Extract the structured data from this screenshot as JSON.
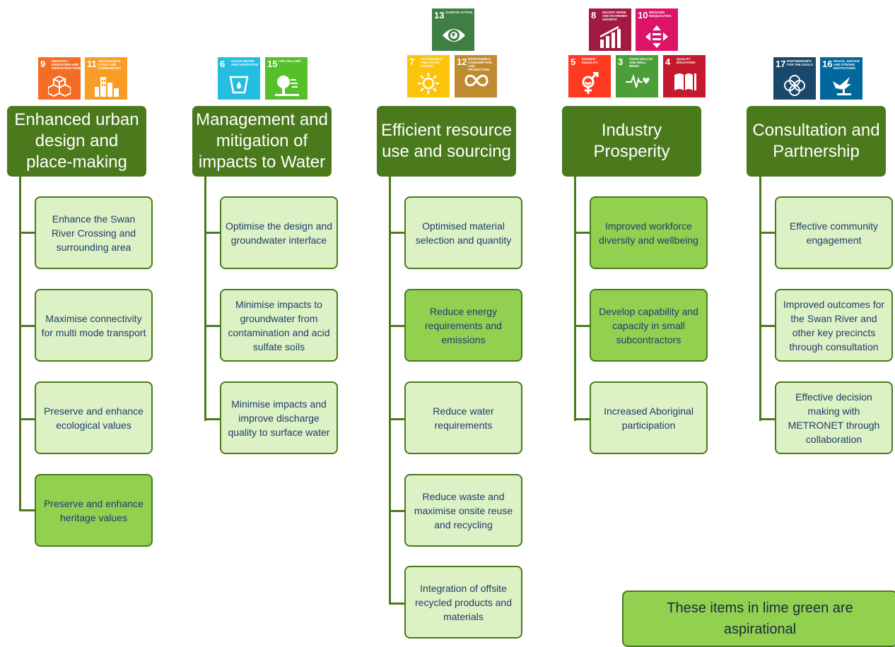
{
  "sdgs": {
    "sdg9": {
      "num": "9",
      "label": "Industry, innovation and infrastructure",
      "color": "#f36d25",
      "icon": "cubes-icon"
    },
    "sdg11": {
      "num": "11",
      "label": "Sustainable cities and communities",
      "color": "#f99d26",
      "icon": "city-icon"
    },
    "sdg6": {
      "num": "6",
      "label": "Clean water and sanitation",
      "color": "#26bde2",
      "icon": "water-drop-icon"
    },
    "sdg15": {
      "num": "15",
      "label": "Life on land",
      "color": "#56c02b",
      "icon": "tree-icon"
    },
    "sdg13": {
      "num": "13",
      "label": "Climate action",
      "color": "#3f7e44",
      "icon": "eye-globe-icon"
    },
    "sdg7": {
      "num": "7",
      "label": "Affordable and clean energy",
      "color": "#fcc30b",
      "icon": "sun-icon"
    },
    "sdg12": {
      "num": "12",
      "label": "Responsible consumption and production",
      "color": "#bf8b2e",
      "icon": "infinity-icon"
    },
    "sdg8": {
      "num": "8",
      "label": "Decent work and economic growth",
      "color": "#a21942",
      "icon": "growth-chart-icon"
    },
    "sdg10": {
      "num": "10",
      "label": "Reduced inequalities",
      "color": "#dd1367",
      "icon": "equality-arrows-icon"
    },
    "sdg5": {
      "num": "5",
      "label": "Gender equality",
      "color": "#ff3a21",
      "icon": "gender-icon"
    },
    "sdg3": {
      "num": "3",
      "label": "Good health and well-being",
      "color": "#4c9f38",
      "icon": "heartbeat-icon"
    },
    "sdg4": {
      "num": "4",
      "label": "Quality education",
      "color": "#c5192d",
      "icon": "book-icon"
    },
    "sdg17": {
      "num": "17",
      "label": "Partnerships for the goals",
      "color": "#19486a",
      "icon": "rings-icon"
    },
    "sdg16": {
      "num": "16",
      "label": "Peace, justice and strong institutions",
      "color": "#00689d",
      "icon": "dove-icon"
    }
  },
  "columns": [
    {
      "header": "Enhanced urban design and place-making",
      "items": [
        {
          "text": "Enhance the Swan River Crossing and surrounding area",
          "aspirational": false
        },
        {
          "text": "Maximise connectivity for multi mode transport",
          "aspirational": false
        },
        {
          "text": "Preserve and enhance ecological values",
          "aspirational": false
        },
        {
          "text": "Preserve and enhance heritage values",
          "aspirational": true
        }
      ]
    },
    {
      "header": "Management and mitigation of impacts to Water",
      "items": [
        {
          "text": "Optimise the design and groundwater interface",
          "aspirational": false
        },
        {
          "text": "Minimise impacts to groundwater from contamination and acid sulfate soils",
          "aspirational": false
        },
        {
          "text": "Minimise impacts and improve discharge quality to surface water",
          "aspirational": false
        }
      ]
    },
    {
      "header": "Efficient resource use and sourcing",
      "items": [
        {
          "text": "Optimised material selection and quantity",
          "aspirational": false
        },
        {
          "text": "Reduce energy requirements and emissions",
          "aspirational": true
        },
        {
          "text": "Reduce water requirements",
          "aspirational": false
        },
        {
          "text": "Reduce waste and maximise onsite reuse and recycling",
          "aspirational": false
        },
        {
          "text": "Integration of offsite recycled products and materials",
          "aspirational": false
        }
      ]
    },
    {
      "header": "Industry Prosperity",
      "items": [
        {
          "text": "Improved workforce diversity and wellbeing",
          "aspirational": true
        },
        {
          "text": "Develop capability and capacity in small subcontractors",
          "aspirational": true
        },
        {
          "text": "Increased Aboriginal participation",
          "aspirational": false
        }
      ]
    },
    {
      "header": "Consultation and Partnership",
      "items": [
        {
          "text": "Effective community engagement",
          "aspirational": false
        },
        {
          "text": "Improved outcomes for the Swan River and other key precincts through consultation",
          "aspirational": false
        },
        {
          "text": "Effective decision making with METRONET through collaboration",
          "aspirational": false
        }
      ]
    }
  ],
  "legend": {
    "text": "These items in lime green are aspirational",
    "aspirational_color": "#92d050",
    "standard_color": "#dcf2c4",
    "header_color": "#4a7a1c"
  }
}
